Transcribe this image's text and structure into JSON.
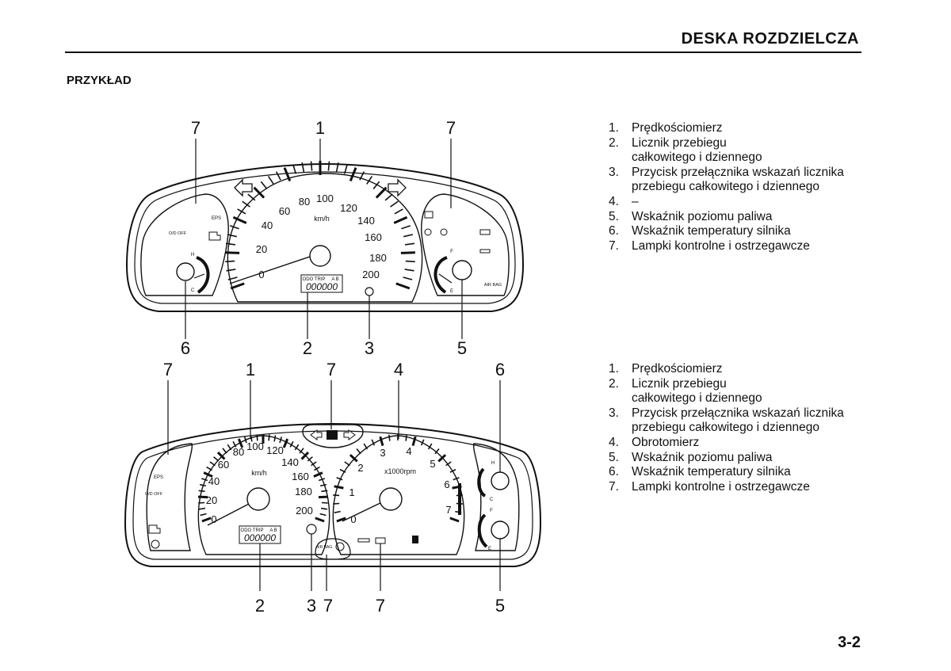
{
  "header": {
    "title": "DESKA ROZDZIELCZA"
  },
  "section": {
    "title": "PRZYKŁAD"
  },
  "page_number": "3-2",
  "legend_top": [
    {
      "num": "1.",
      "text": "Prędkościomierz"
    },
    {
      "num": "2.",
      "text": "Licznik przebiegu całkowitego i dziennego"
    },
    {
      "num": "3.",
      "text": "Przycisk przełącznika wskazań licznika przebiegu całkowitego i dziennego"
    },
    {
      "num": "4.",
      "text": "–"
    },
    {
      "num": "5.",
      "text": "Wskaźnik poziomu paliwa"
    },
    {
      "num": "6.",
      "text": "Wskaźnik temperatury silnika"
    },
    {
      "num": "7.",
      "text": "Lampki kontrolne i ostrzegawcze"
    }
  ],
  "legend_bottom": [
    {
      "num": "1.",
      "text": "Prędkościomierz"
    },
    {
      "num": "2.",
      "text": "Licznik przebiegu całkowitego i dziennego"
    },
    {
      "num": "3.",
      "text": "Przycisk przełącznika wskazań licznika przebiegu całkowitego i dziennego"
    },
    {
      "num": "4.",
      "text": "Obrotomierz"
    },
    {
      "num": "5.",
      "text": "Wskaźnik poziomu paliwa"
    },
    {
      "num": "6.",
      "text": "Wskaźnik temperatury silnika"
    },
    {
      "num": "7.",
      "text": "Lampki kontrolne i ostrzegawcze"
    }
  ],
  "diagram_top": {
    "callouts_top": [
      "7",
      "1",
      "7"
    ],
    "callouts_bottom": [
      "6",
      "2",
      "3",
      "5"
    ],
    "speed_unit": "km/h",
    "speed_numbers": [
      "0",
      "20",
      "40",
      "60",
      "80",
      "100",
      "120",
      "140",
      "160",
      "180",
      "200"
    ],
    "odo_label": "ODO TRIP",
    "odo_flags": "A B",
    "odo_value": "000000",
    "eps": "EPS",
    "od_off": "O/D OFF",
    "temp_h": "H",
    "temp_c": "C",
    "fuel_f": "F",
    "fuel_e": "E",
    "airbag": "AIR BAG"
  },
  "diagram_bottom": {
    "callouts_top": [
      "7",
      "1",
      "7",
      "4",
      "6"
    ],
    "callouts_bottom": [
      "2",
      "3",
      "7",
      "7",
      "5"
    ],
    "speed_unit": "km/h",
    "speed_numbers": [
      "0",
      "20",
      "40",
      "60",
      "80",
      "100",
      "120",
      "140",
      "160",
      "180",
      "200"
    ],
    "rpm_unit": "x1000rpm",
    "rpm_numbers": [
      "0",
      "1",
      "2",
      "3",
      "4",
      "5",
      "6",
      "7"
    ],
    "odo_label": "ODO TRIP",
    "odo_flags": "A B",
    "odo_value": "000000",
    "eps": "EPS",
    "od_off": "O/D OFF",
    "temp_h": "H",
    "temp_c": "C",
    "fuel_f": "F",
    "fuel_e": "E",
    "airbag": "AIR BAG"
  }
}
